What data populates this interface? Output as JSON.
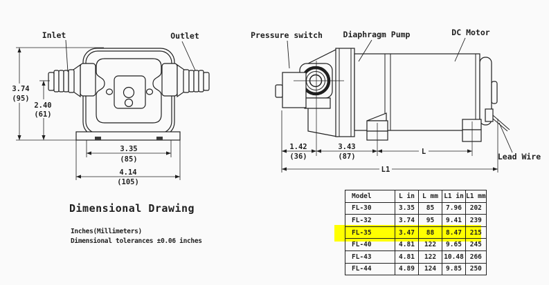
{
  "front_view": {
    "inlet_label": "Inlet",
    "outlet_label": "Outlet",
    "dim_height_in": "3.74",
    "dim_height_mm": "(95)",
    "dim_port_height_in": "2.40",
    "dim_port_height_mm": "(61)",
    "dim_slot_span_in": "3.35",
    "dim_slot_span_mm": "(85)",
    "dim_base_width_in": "4.14",
    "dim_base_width_mm": "(105)"
  },
  "side_view": {
    "pressure_switch_label": "Pressure switch",
    "diaphragm_pump_label": "Diaphragm Pump",
    "dc_motor_label": "DC Motor",
    "lead_wire_label": "Lead Wire",
    "dim_switch_in": "1.42",
    "dim_switch_mm": "(36)",
    "dim_head_in": "3.43",
    "dim_head_mm": "(87)",
    "dim_motor_length_label": "L",
    "dim_overall_length_label": "L1"
  },
  "footer": {
    "title": "Dimensional Drawing",
    "units_note": "Inches(Millimeters)",
    "tolerance_note": "Dimensional tolerances ±0.06 inches"
  },
  "table": {
    "headers": [
      "Model",
      "L in",
      "L mm",
      "L1 in",
      "L1 mm"
    ],
    "rows": [
      [
        "FL-30",
        "3.35",
        "85",
        "7.96",
        "202"
      ],
      [
        "FL-32",
        "3.74",
        "95",
        "9.41",
        "239"
      ],
      [
        "FL-35",
        "3.47",
        "88",
        "8.47",
        "215"
      ],
      [
        "FL-40",
        "4.81",
        "122",
        "9.65",
        "245"
      ],
      [
        "FL-43",
        "4.81",
        "122",
        "10.48",
        "266"
      ],
      [
        "FL-44",
        "4.89",
        "124",
        "9.85",
        "250"
      ]
    ],
    "highlighted_model": "FL-35",
    "highlight_color": "#ffff00"
  },
  "colors": {
    "background": "#fafafa",
    "line": "#1f1f1f",
    "highlight": "#ffff00"
  }
}
